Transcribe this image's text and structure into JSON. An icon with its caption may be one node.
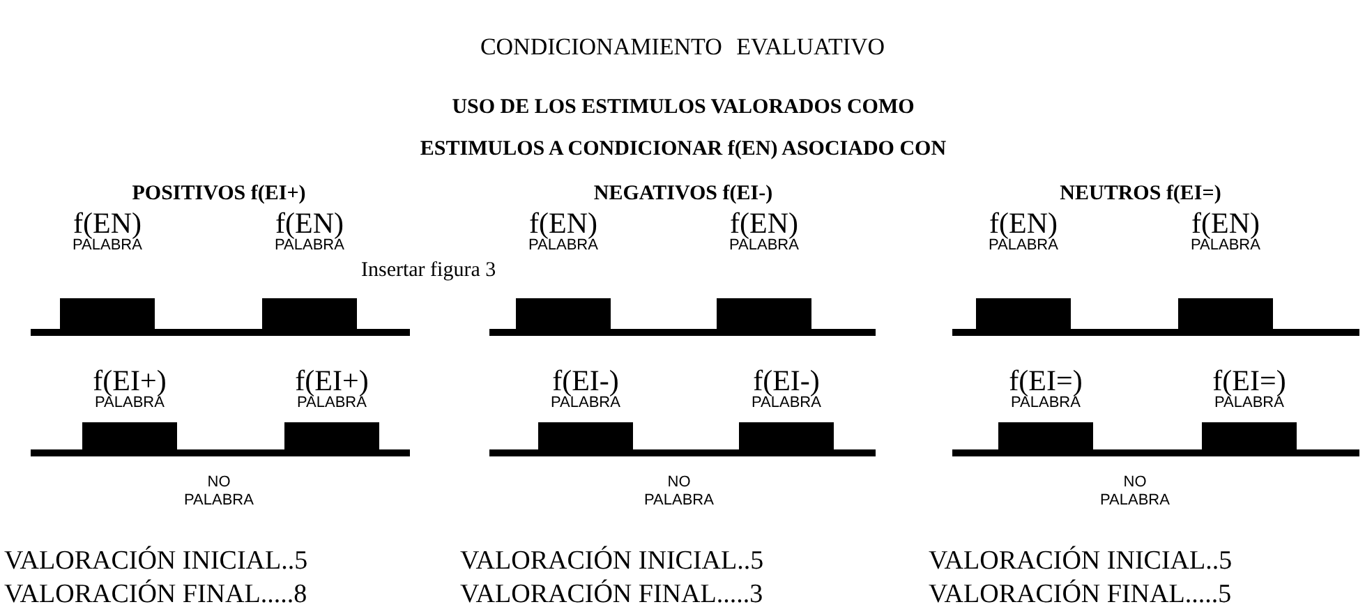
{
  "diagram": {
    "title": "CONDICIONAMIENTO EVALUATIVO",
    "nodes": [
      {
        "text": [
          "f(EN)",
          "PALABRA"
        ]
      },
      {
        "text": [
          "f(EN)",
          "PALABRA"
        ]
      },
      {
        "text": [
          "f(EN)",
          "PALABRA"
        ]
      },
      {
        "text": [
          "f(EN)",
          "PALABRA"
        ]
      },
      {
        "text": [
          "f(EN)",
          "PALABRA"
        ]
      },
      {
        "text": [
          "f(EN)",
          "PALABRA"
        ]
      },
      {
        "text": [
          "f(EI+)",
          "PALABRA"
        ]
      },
      {
        "text": [
          "f(EI+)",
          "PALABRA"
        ]
      },
      {
        "text": [
          "f(EI-)",
          "PALABRA"
        ]
      },
      {
        "text": [
          "f(EI-)",
          "PALABRA"
        ]
      },
      {
        "text": [
          "f(EI=)",
          "PALABRA"
        ]
      },
      {
        "text": [
          "f(EI=)",
          "PALABRA"
        ]
      }
    ],
    "edges": [],
    "labels": [
      "USO DE LOS ESTIMULOS VALORADOS COMO ESTIMULOS A CONDICIONAR f(EN) ASOCIADO CON",
      "POSITIVOS f(EI+)",
      "NEGATIVOS f(EI-)",
      "NEUTROS f(EI=)",
      "Insertar figura 3",
      "NO PALABRA",
      "NO PALABRA",
      "NO PALABRA",
      "VALORACIÓN INICIAL..5",
      "VALORACIÓN INICIAL..5",
      "VALORACIÓN INICIAL..5",
      "VALORACIÓN FINAL.....8",
      "VALORACIÓN FINAL.....3",
      "VALORACIÓN FINAL.....5"
    ]
  }
}
